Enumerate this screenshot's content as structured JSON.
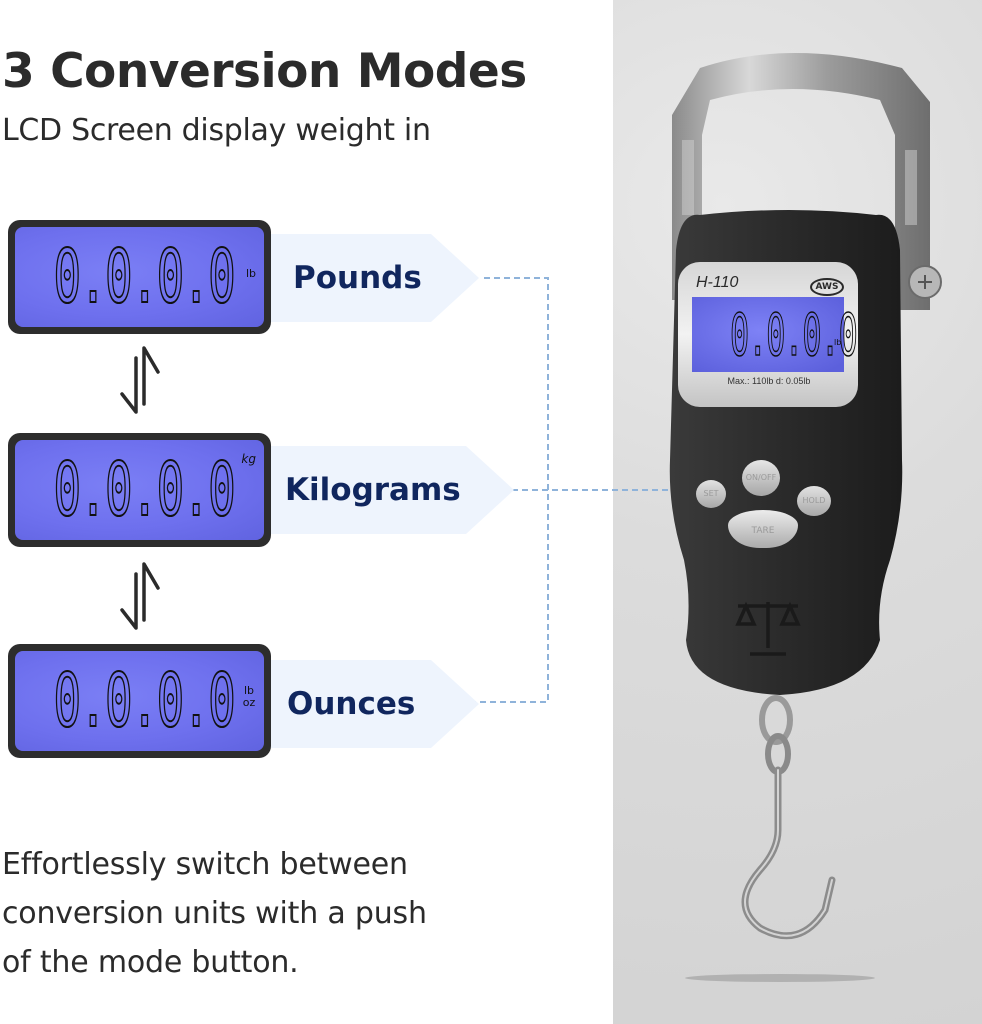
{
  "header": {
    "title": "3 Conversion Modes",
    "subtitle": "LCD Screen display weight in"
  },
  "modes": [
    {
      "label": "Pounds",
      "reading": "0.0.0.0",
      "unit": "lb"
    },
    {
      "label": "Kilograms",
      "reading": "0.0.0.0",
      "unit": "kg"
    },
    {
      "label": "Ounces",
      "reading": "0.0.0.0",
      "unit": "lb oz"
    }
  ],
  "description": {
    "line1": "Effortlessly switch between",
    "line2": "conversion units with a push",
    "line3": "of the mode button."
  },
  "device": {
    "model": "H-110",
    "brand": "AWS",
    "reading": "0.0.0.0",
    "unit": "lb",
    "spec": "Max.: 110lb d: 0.05lb",
    "buttons": {
      "set": "SET",
      "onoff": "ON/OFF",
      "hold": "HOLD",
      "tare": "TARE"
    }
  },
  "colors": {
    "lcd": "#6e70ee",
    "label_text": "#10265e",
    "band": "#eef4fd",
    "connector": "#8fb3da",
    "device_body": "#2c2c2c"
  }
}
